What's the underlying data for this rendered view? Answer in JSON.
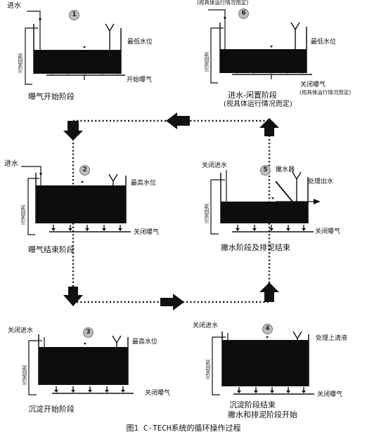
{
  "caption": "图1 C-TECH系统的循环操作过程",
  "stages": [
    {
      "number": "1",
      "inlet": "进水",
      "level": "最低水位",
      "aeration": "开始曝气",
      "pipe": "污泥回流",
      "title": "曝气开始阶段"
    },
    {
      "number": "6",
      "note_top": "(视具体运行情况而定)",
      "level": "最低水位",
      "aeration": "关闭曝气",
      "aeration_note": "(视具体运行情况而定)",
      "pipe": "污泥回流",
      "title_line1": "进水-闲置阶段",
      "title_line2": "(视具体运行情况而定)"
    },
    {
      "number": "2",
      "inlet": "进水",
      "level": "最高水位",
      "aeration": "关闭曝气",
      "pipe": "污泥回流",
      "title": "曝气结束阶段"
    },
    {
      "number": "5",
      "inlet": "关闭进水",
      "decanter": "撇水器",
      "outlet": "处理出水",
      "aeration": "关闭曝气",
      "pipe": "污泥回流",
      "title": "撇水阶段及排泥结束"
    },
    {
      "number": "3",
      "inlet": "关闭进水",
      "level": "最高水位",
      "aeration": "关闭曝气",
      "pipe": "污泥回流",
      "title": "沉淀开始阶段"
    },
    {
      "number": "4",
      "inlet": "关闭进水",
      "outlet": "处理上清液",
      "aeration": "关闭曝气",
      "pipe": "污泥回流",
      "title_line1": "沉淀阶段结束",
      "title_line2": "撇水和排泥阶段开始"
    }
  ]
}
